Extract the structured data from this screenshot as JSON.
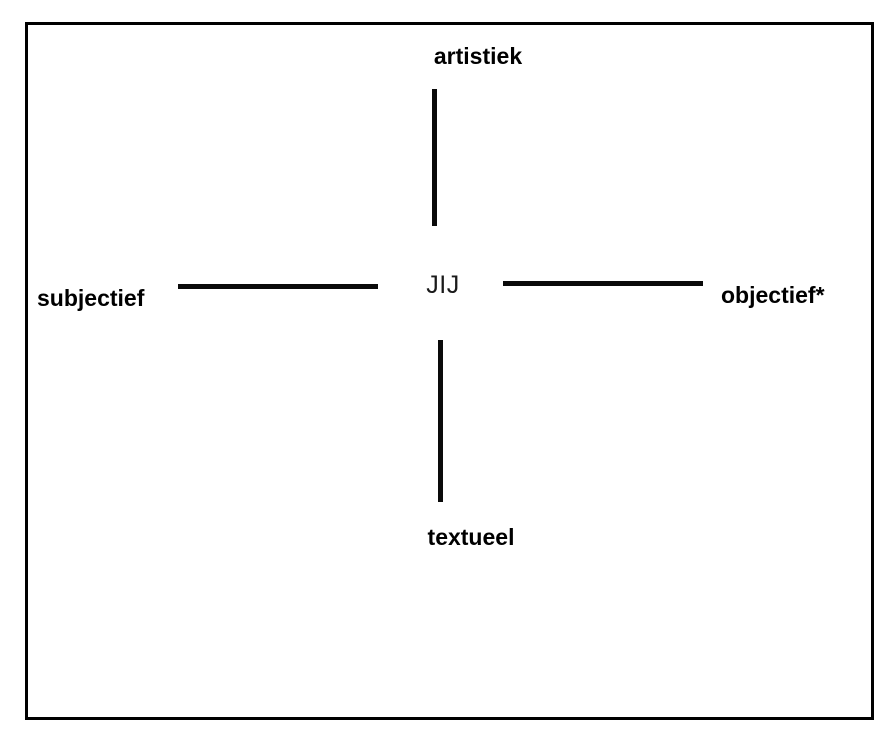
{
  "diagram": {
    "type": "two-axis-positioning-grid",
    "center": {
      "label": "JIJ"
    },
    "axes": [
      {
        "name": "vertical",
        "positive_pole": "artistiek",
        "negative_pole": "textueel"
      },
      {
        "name": "horizontal",
        "negative_pole": "subjectief",
        "positive_pole": "objectief*"
      }
    ],
    "poles": {
      "top": "artistiek",
      "bottom": "textueel",
      "left": "subjectief",
      "right": "objectief*"
    },
    "colors": {
      "line": "#0a0a0a",
      "border": "#000000",
      "background": "#ffffff",
      "text": "#000000"
    }
  }
}
